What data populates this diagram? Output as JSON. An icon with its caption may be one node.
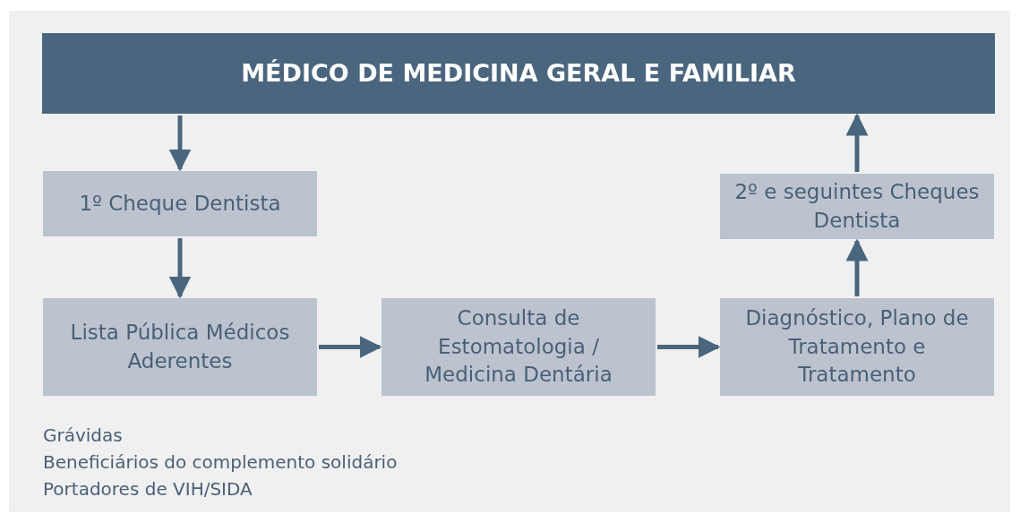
{
  "diagram": {
    "nodes": [
      {
        "text": [
          "MÉDICO DE MEDICINA GERAL E FAMILIAR"
        ]
      },
      {
        "text": [
          "1º Cheque Dentista"
        ]
      },
      {
        "text": [
          "Lista Pública Médicos Aderentes"
        ]
      },
      {
        "text": [
          "Consulta de Estomatologia / Medicina Dentária"
        ]
      },
      {
        "text": [
          "Diagnóstico, Plano de Tratamento e Tratamento"
        ]
      },
      {
        "text": [
          "2º e seguintes Cheques Dentista"
        ]
      }
    ],
    "edges": [
      {
        "from": 0,
        "to": 1,
        "arrow": "to"
      },
      {
        "from": 1,
        "to": 2,
        "arrow": "to"
      },
      {
        "from": 2,
        "to": 3,
        "arrow": "to"
      },
      {
        "from": 3,
        "to": 4,
        "arrow": "to"
      },
      {
        "from": 4,
        "to": 5,
        "arrow": "to"
      },
      {
        "from": 5,
        "to": 0,
        "arrow": "to"
      }
    ],
    "labels": [
      "Grávidas",
      "Beneficiários do complemento solidário",
      "Portadores de VIH/SIDA"
    ]
  }
}
